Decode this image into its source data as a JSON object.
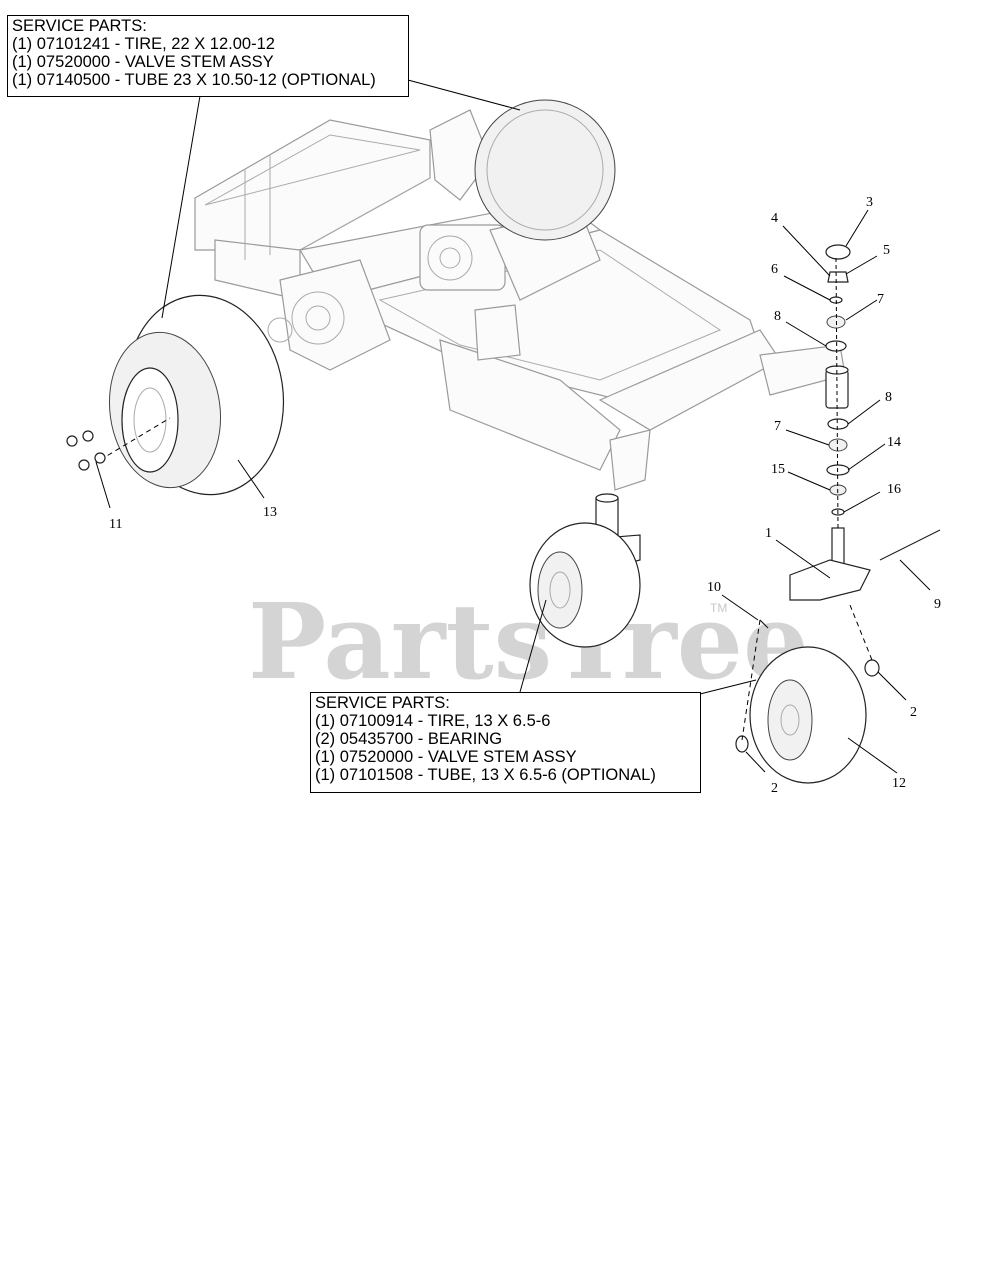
{
  "watermark": {
    "text": "PartsTree",
    "trademark": "TM"
  },
  "service_parts_rear": {
    "heading": "SERVICE PARTS:",
    "lines": [
      "(1) 07101241 - TIRE, 22 X 12.00-12",
      "(1) 07520000 - VALVE STEM ASSY",
      "(1) 07140500 - TUBE 23 X 10.50-12 (OPTIONAL)"
    ]
  },
  "service_parts_front": {
    "heading": "SERVICE PARTS:",
    "lines": [
      "(1) 07100914 - TIRE, 13 X 6.5-6",
      "(2) 05435700 - BEARING",
      "(1) 07520000 - VALVE STEM ASSY",
      "(1) 07101508 - TUBE, 13 X 6.5-6 (OPTIONAL)"
    ]
  },
  "callouts": [
    "1",
    "2",
    "2",
    "3",
    "4",
    "5",
    "6",
    "7",
    "7",
    "8",
    "8",
    "9",
    "10",
    "11",
    "12",
    "13",
    "14",
    "15",
    "16"
  ]
}
